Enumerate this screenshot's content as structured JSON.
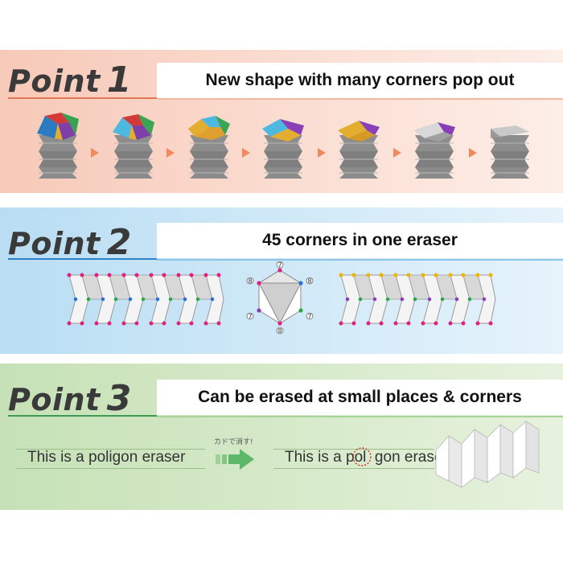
{
  "points": [
    {
      "word": "Point",
      "number": "1",
      "caption": "New shape with many corners pop out"
    },
    {
      "word": "Point",
      "number": "2",
      "caption": "45 corners in one eraser"
    },
    {
      "word": "Point",
      "number": "3",
      "caption": "Can be erased at small places & corners"
    }
  ],
  "point3": {
    "before_text": "This is a poligon eraser",
    "after_text": "This is a pol  gon erase",
    "japanese_note": "カドで消す!"
  },
  "hexagon_labels": [
    "7",
    "8",
    "8",
    "7",
    "7",
    "8"
  ],
  "colors": {
    "band1": "#f7c9b8",
    "band2": "#b9ddf3",
    "band3": "#c6e1b6",
    "arrow_orange": "#f08a5d",
    "arrow_green": "#5db86a",
    "dot_magenta": "#e0207f",
    "dot_blue": "#2f6fd6",
    "dot_green": "#2aa84a",
    "dot_yellow": "#f0b400",
    "dot_purple": "#8a3fb8",
    "highlight_red": "#d0302a"
  },
  "icons": [
    "eraser-sequence-illustration",
    "zigzag-corner-diagram",
    "hexagon-corner-diagram",
    "green-arrow-icon",
    "folded-eraser-illustration"
  ]
}
